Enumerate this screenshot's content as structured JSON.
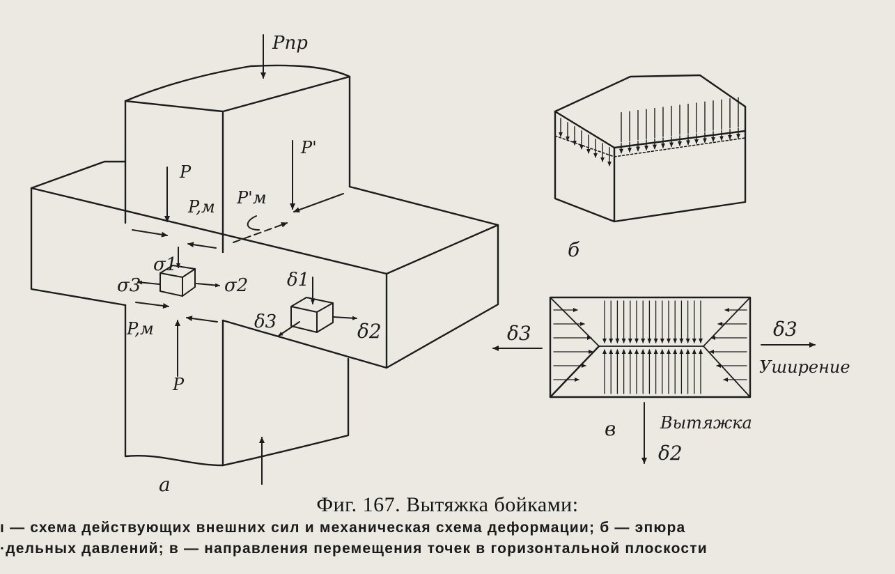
{
  "figure": {
    "title": "Фиг. 167. Вытяжка бойками:",
    "caption_line1": "ı — схема действующих внешних сил и механическая схема деформации; б — эпюра",
    "caption_line2": "·дельных давлений; в — направления перемещения точек в горизонтальной плоскости"
  },
  "labels": {
    "p_press": "Pпр",
    "p_prime": "P'",
    "p_top": "P",
    "p_bottom": "P",
    "p_m_top": "P,м",
    "p_m_prime": "P'м",
    "p_m_bottom": "P,м",
    "sigma1": "σ1",
    "sigma2": "σ2",
    "sigma3": "σ3",
    "delta1": "δ1",
    "delta2": "δ2",
    "delta3": "δ3",
    "view_a": "а",
    "view_b": "б",
    "view_v": "в",
    "delta3_left": "δ3",
    "delta3_right": "δ3",
    "widening": "Уширение",
    "drawing": "Вытяжка",
    "delta2_bottom": "δ2"
  }
}
